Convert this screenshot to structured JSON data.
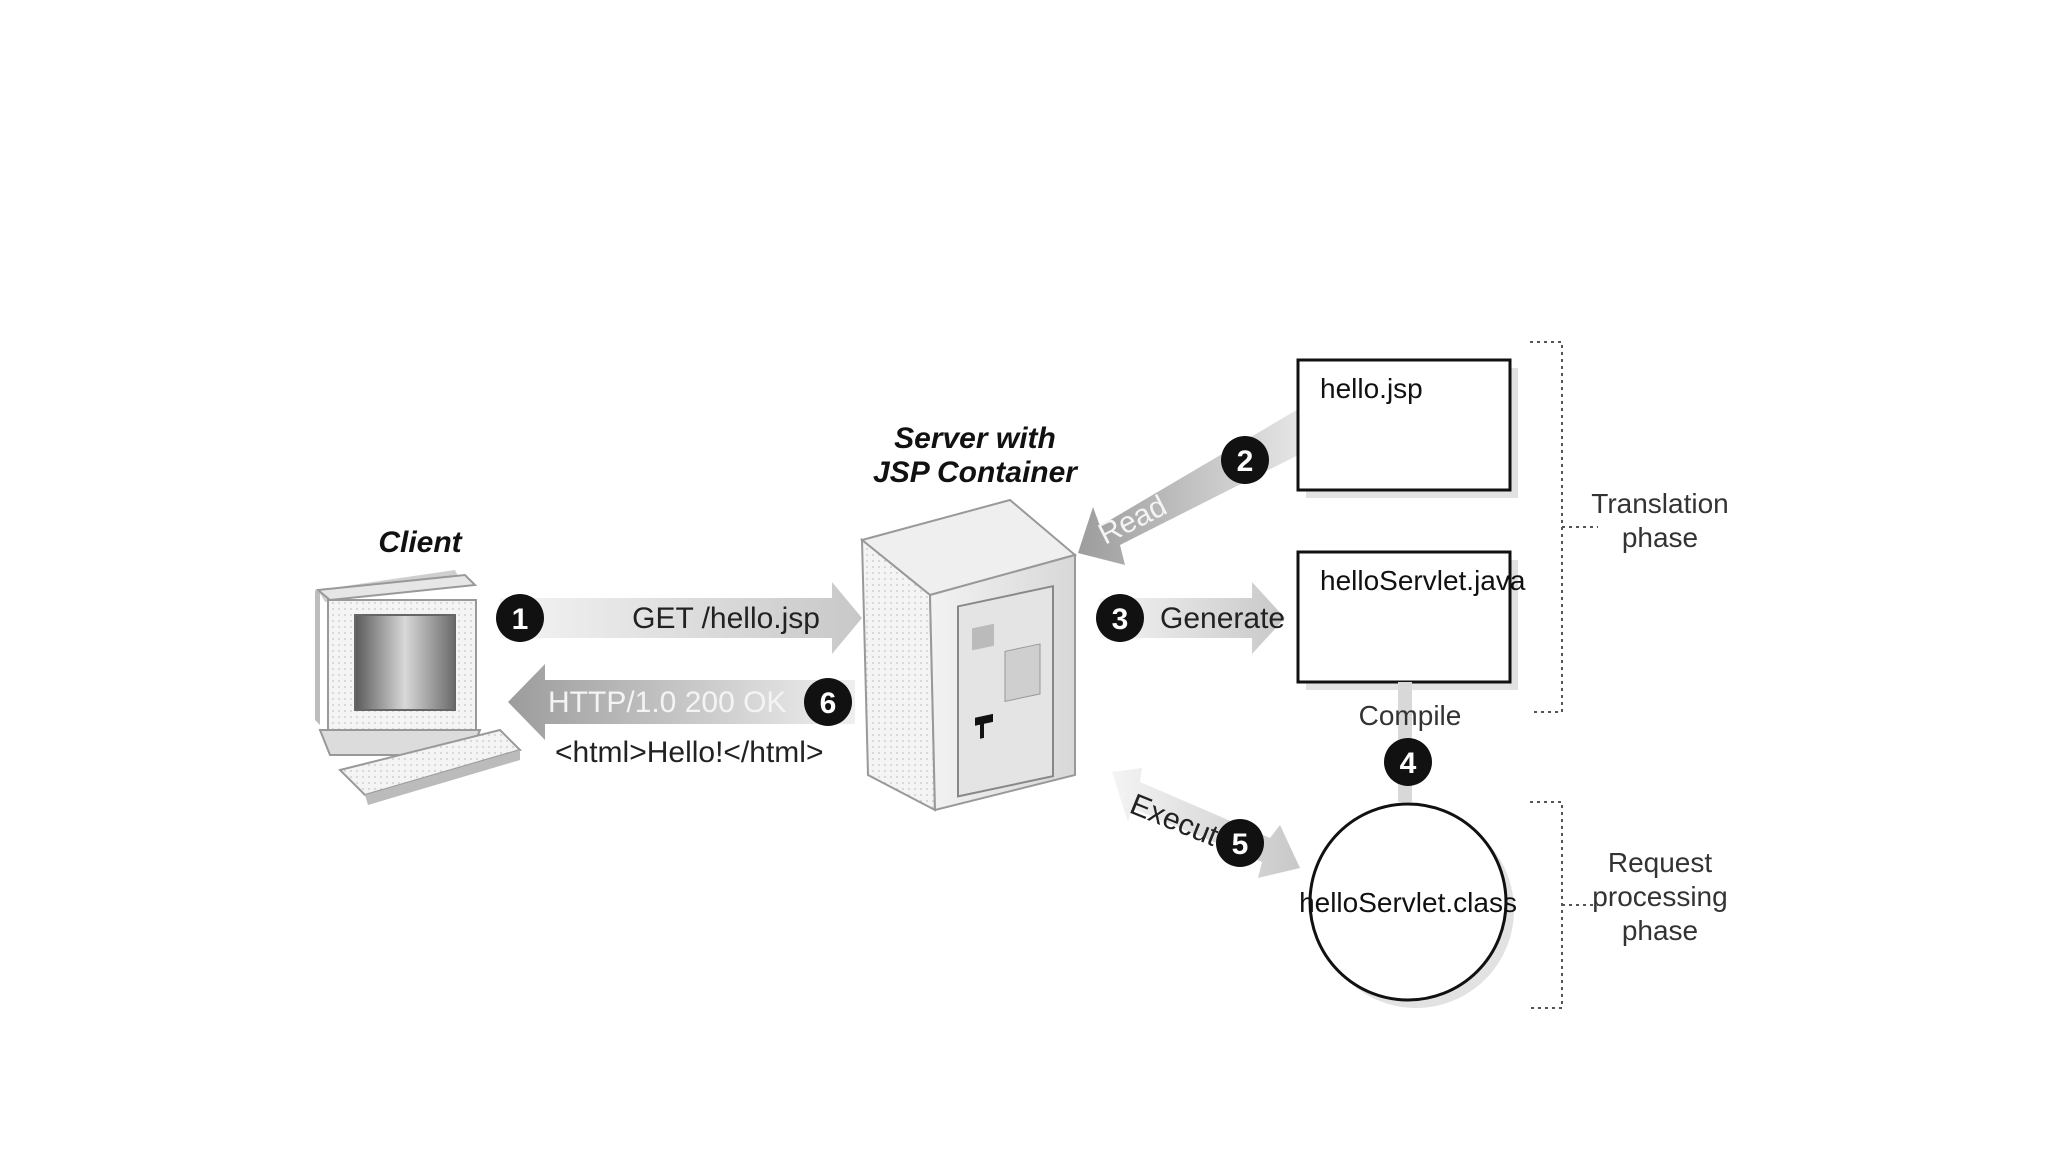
{
  "client": {
    "label": "Client"
  },
  "server": {
    "label_line1": "Server with",
    "label_line2": "JSP Container"
  },
  "files": {
    "jsp": "hello.jsp",
    "java": "helloServlet.java",
    "class": "helloServlet.class"
  },
  "steps": [
    {
      "number": "1",
      "label": "GET /hello.jsp"
    },
    {
      "number": "2",
      "label": "Read"
    },
    {
      "number": "3",
      "label": "Generate"
    },
    {
      "number": "4",
      "label": "Compile"
    },
    {
      "number": "5",
      "label": "Execute"
    },
    {
      "number": "6",
      "label": "HTTP/1.0 200 OK"
    }
  ],
  "response_body": "<html>Hello!</html>",
  "phases": {
    "translation": {
      "line1": "Translation",
      "line2": "phase"
    },
    "request": {
      "line1": "Request",
      "line2": "processing",
      "line3": "phase"
    }
  }
}
